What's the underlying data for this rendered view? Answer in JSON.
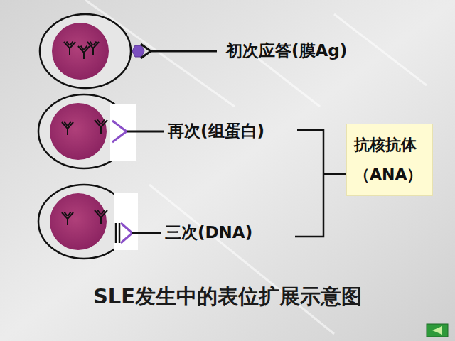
{
  "diagram": {
    "title": "SLE发生中的表位扩展示意图",
    "nodes": [
      {
        "text": [
          "抗核抗体 （ANA）"
        ]
      }
    ],
    "labels": [
      "初次应答(膜Ag)",
      "再次(组蛋白)",
      "三次(DNA)"
    ]
  }
}
